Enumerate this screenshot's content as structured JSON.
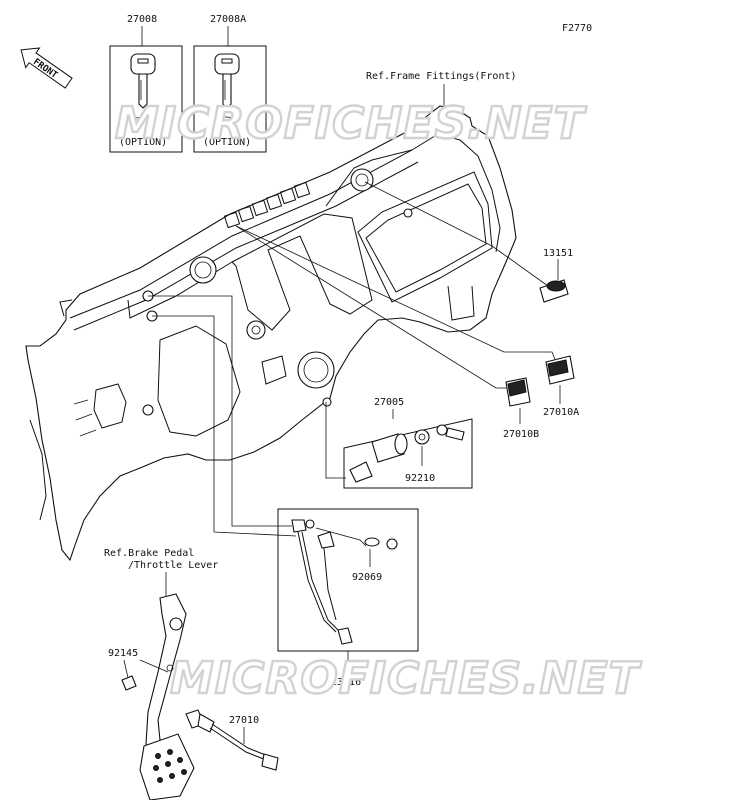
{
  "diagram_code": "F2770",
  "front_indicator": "FRONT",
  "watermark": "MICROFICHES.NET",
  "references": {
    "frame_fittings": "Ref.Frame Fittings(Front)",
    "brake_pedal_line1": "Ref.Brake Pedal",
    "brake_pedal_line2": "/Throttle Lever"
  },
  "keys": [
    {
      "part_number": "27008",
      "note": "(OPTION)"
    },
    {
      "part_number": "27008A",
      "note": "(OPTION)"
    }
  ],
  "parts": {
    "p13151": "13151",
    "p27010A": "27010A",
    "p27010B": "27010B",
    "p27005": "27005",
    "p92210": "92210",
    "p92069": "92069",
    "p23016": "23016",
    "p92145": "92145",
    "p27010": "27010"
  },
  "colors": {
    "line": "#111111",
    "watermark_outline": "#d2d2d2",
    "background": "#ffffff"
  }
}
